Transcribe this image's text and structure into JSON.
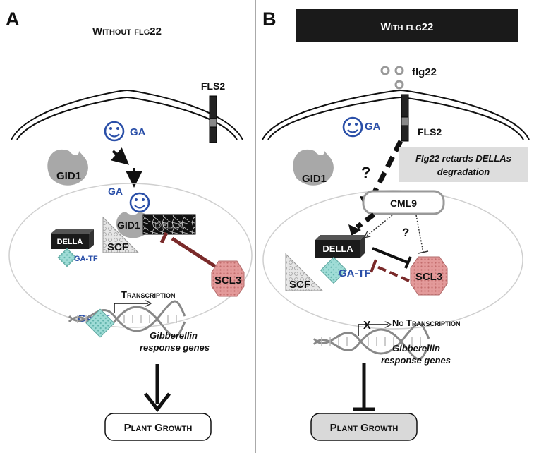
{
  "panel_a": {
    "letter": "A",
    "title": "Without flg22",
    "fls2": "FLS2",
    "ga_top": "GA",
    "gid1_top": "GID1",
    "ga_nucleus": "GA",
    "gid1_nucleus": "GID1",
    "della_texture": "DELLA",
    "scf": "SCF",
    "della_box": "DELLA",
    "gatf_small": "GA-TF",
    "scl3": "SCL3",
    "gatf": "GA-TF",
    "transcription": "Transcription",
    "genes_line1": "Gibberellin",
    "genes_line2": "response genes",
    "plant_growth": "Plant Growth"
  },
  "panel_b": {
    "letter": "B",
    "title": "With flg22",
    "flg22": "flg22",
    "fls2": "FLS2",
    "ga_top": "GA",
    "gid1_top": "GID1",
    "question1": "?",
    "note_line1": "Flg22 retards DELLAs",
    "note_line2": "degradation",
    "cml9": "CML9",
    "question2": "?",
    "della_box": "DELLA",
    "gatf": "GA-TF",
    "scf": "SCF",
    "scl3": "SCL3",
    "x_mark": "X",
    "no_transcription": "No Transcription",
    "genes_line1": "Gibberellin",
    "genes_line2": "response genes",
    "plant_growth": "Plant Growth"
  },
  "colors": {
    "ga_blue": "#2a4fa8",
    "gid1_gray": "#aaaaaa",
    "scl3_pink": "#d88a8a",
    "gatf_teal": "#8fd3cc",
    "inhibit_red": "#7a2a2a",
    "note_bg": "#dddddd",
    "title_bar": "#1a1a1a"
  }
}
